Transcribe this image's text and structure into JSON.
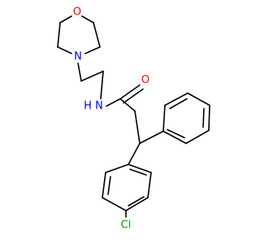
{
  "atoms": {
    "morpholine_oxygen": "O",
    "morpholine_nitrogen": "N",
    "amide_nitrogen": "N",
    "amide_hydrogen": "H",
    "carbonyl_oxygen": "O",
    "chlorine": "Cl"
  },
  "colors": {
    "oxygen": "#ff0000",
    "nitrogen": "#0000ff",
    "chlorine": "#00a000",
    "bond": "#000000",
    "background": "#ffffff"
  }
}
